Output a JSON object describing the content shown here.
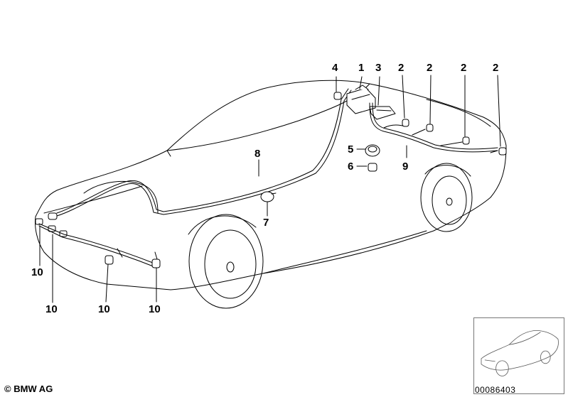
{
  "callouts": {
    "c1": "1",
    "c2a": "2",
    "c2b": "2",
    "c2c": "2",
    "c2d": "2",
    "c3": "3",
    "c4": "4",
    "c5": "5",
    "c6": "6",
    "c7": "7",
    "c8": "8",
    "c9": "9",
    "c10a": "10",
    "c10b": "10",
    "c10c": "10",
    "c10d": "10"
  },
  "footer": {
    "copyright": "© BMW AG",
    "doc_number": "00086403"
  }
}
